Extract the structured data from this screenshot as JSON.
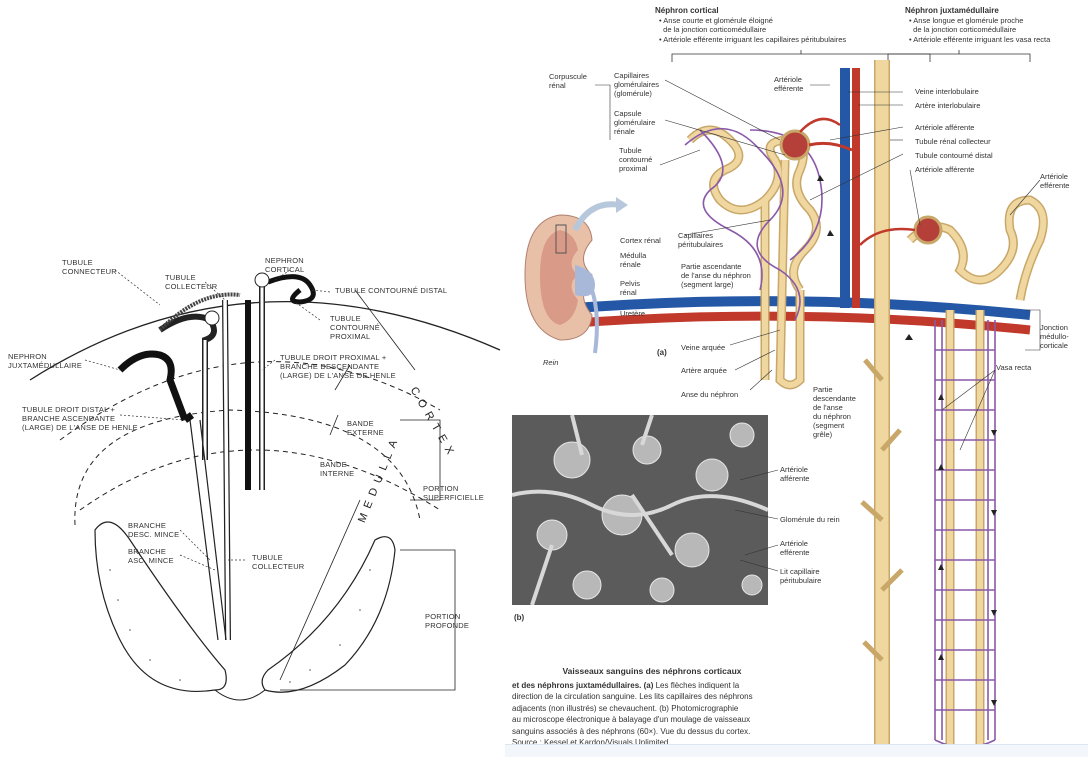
{
  "left_diagram": {
    "labels": {
      "tubule_connecteur": "TUBULE\nCONNECTEUR",
      "tubule_collecteur_top": "TUBULE\nCOLLECTEUR",
      "nephron_cortical": "NEPHRON\nCORTICAL",
      "tubule_contourne_distal": "TUBULE CONTOURNÉ DISTAL",
      "tubule_contourne_proximal": "TUBULE\nCONTOURNÉ\nPROXIMAL",
      "tubule_droit_proximal": "TUBULE DROIT PROXIMAL +\nBRANCHE DESCENDANTE\n(LARGE) DE L'ANSE DE HENLE",
      "nephron_juxtamedullaire": "NEPHRON\nJUXTAMÉDULLAIRE",
      "tubule_droit_distal": "TUBULE DROIT DISTAL +\nBRANCHE ASCENDANTE\n(LARGE) DE L'ANSE DE HENLE",
      "bande_externe": "BANDE\nEXTERNE",
      "bande_interne": "BANDE\nINTERNE",
      "portion_superficielle": "PORTION\nSUPERFICIELLE",
      "branche_desc_mince": "BRANCHE\nDESC. MINCE",
      "branche_asc_mince": "BRANCHE\nASC. MINCE",
      "tubule_collecteur_bottom": "TUBULE\nCOLLECTEUR",
      "portion_profonde": "PORTION\nPROFONDE",
      "cortex": "CORTEX",
      "medulla": "MEDULLA"
    }
  },
  "right_diagram": {
    "header_cortical": {
      "title": "Néphron cortical",
      "bullet1": "• Anse courte et glomérule éloigné\n  de la jonction corticomédullaire",
      "bullet2": "• Artériole efférente irriguant les capillaires péritubulaires"
    },
    "header_juxta": {
      "title": "Néphron juxtamédullaire",
      "bullet1": "• Anse longue et glomérule proche\n  de la jonction corticomédullaire",
      "bullet2": "• Artériole efférente irriguant les vasa recta"
    },
    "labels": {
      "corpuscule_renal": "Corpuscule\nrénal",
      "capillaires_glomerulaires": "Capillaires\nglomérulaires\n(glomérule)",
      "capsule_glomerulaire": "Capsule\nglomérulaire\nrénale",
      "tubule_contourne_proximal": "Tubule\ncontourné\nproximal",
      "arteriole_efferente_1": "Artériole\nefférente",
      "veine_interlobulaire": "Veine interlobulaire",
      "artere_interlobulaire": "Artère interlobulaire",
      "arteriole_afferente_1": "Artériole afférente",
      "tubule_renal_collecteur": "Tubule rénal collecteur",
      "tubule_contourne_distal": "Tubule contourné distal",
      "arteriole_afferente_2": "Artériole afférente",
      "arteriole_efferente_2": "Artériole\nefférente",
      "capillaires_peritubulaires": "Capillaires\npéritubulaires",
      "cortex_renal": "Cortex rénal",
      "medulla_renale": "Médulla\nrénale",
      "pelvis_renal": "Pelvis\nrénal",
      "uretere": "Uretère",
      "rein": "Rein",
      "partie_ascendante": "Partie ascendante\nde l'anse du néphron\n(segment large)",
      "panel_a": "(a)",
      "veine_arquee": "Veine arquée",
      "artere_arquee": "Artère arquée",
      "anse_du_nephron": "Anse du néphron",
      "partie_descendante": "Partie\ndescendante\nde l'anse\ndu néphron\n(segment\ngrêle)",
      "jonction": "Jonction\nmédullo-\ncorticale",
      "vasa_recta": "Vasa recta"
    }
  },
  "photo_panel": {
    "labels": {
      "arteriole_afferente": "Artériole\nafférente",
      "glomerule_du_rein": "Glomérule du rein",
      "arteriole_efferente": "Artériole\nefférente",
      "lit_capillaire": "Lit capillaire\npéritubulaire",
      "panel_b": "(b)"
    }
  },
  "caption": {
    "title": "Vaisseaux sanguins des néphrons corticaux",
    "line1_bold": "et des néphrons juxtamédullaires. (a)",
    "line1_rest": " Les flèches indiquent la",
    "line2": "direction de la circulation sanguine. Les lits capillaires des néphrons",
    "line3": "adjacents (non illustrés) se chevauchent. (b) Photomicrographie",
    "line4": "au microscope électronique à balayage d'un moulage de vaisseaux",
    "line5": "sanguins associés à des néphrons (60×). Vue du dessus du cortex.",
    "line6": "Source : Kessel et Kardon/Visuals Unlimited."
  },
  "colors": {
    "artery": "#c0392b",
    "vein": "#2458a6",
    "tubule": "#f0d7a0",
    "tubule_stroke": "#c8a768",
    "capillary": "#8a59a8"
  }
}
